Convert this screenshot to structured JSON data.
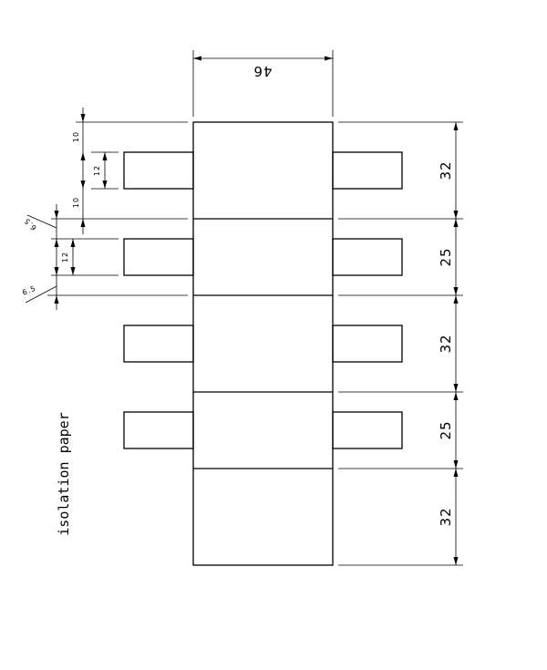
{
  "drawing": {
    "title": "isolation paper",
    "dimensions": {
      "width": "46",
      "sections": [
        "32",
        "25",
        "32",
        "25",
        "32"
      ],
      "tab_offset_top": "10",
      "tab_height": "12",
      "tab_offset_bottom": "10",
      "gap_a": "6.5",
      "tab_height_2": "12",
      "gap_b": "6.5"
    }
  }
}
